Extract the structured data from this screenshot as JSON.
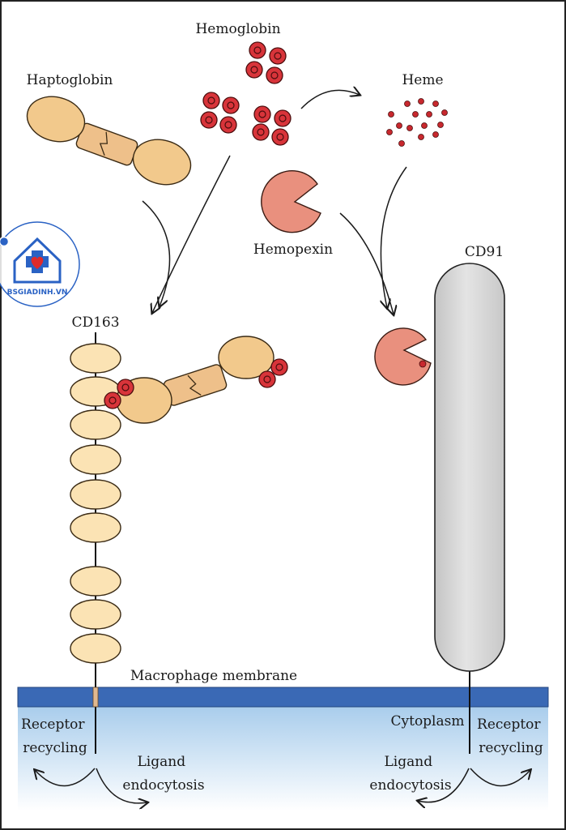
{
  "labels": {
    "hemoglobin": "Hemoglobin",
    "haptoglobin": "Haptoglobin",
    "heme": "Heme",
    "hemopexin": "Hemopexin",
    "cd91": "CD91",
    "cd163": "CD163",
    "macrophage_membrane": "Macrophage membrane",
    "cytoplasm": "Cytoplasm",
    "receptor_recycling_left": [
      "Receptor",
      "recycling"
    ],
    "ligand_endocytosis_left": [
      "Ligand",
      "endocytosis"
    ],
    "ligand_endocytosis_right": [
      "Ligand",
      "endocytosis"
    ],
    "receptor_recycling_right": [
      "Receptor",
      "recycling"
    ]
  },
  "watermark": {
    "text": "BSGIADINH.VN"
  },
  "colors": {
    "hemoglobin_red": "#d8343a",
    "haptoglobin_tan": "#f2c98c",
    "hemopexin_salmon": "#e9907e",
    "cd91_gray": "#d9d9d9",
    "cd163_domain": "#fbe3b4",
    "membrane_blue": "#3a69b5",
    "cytoplasm_blue": "#b5d4ee",
    "watermark_blue": "#2a62c4"
  }
}
